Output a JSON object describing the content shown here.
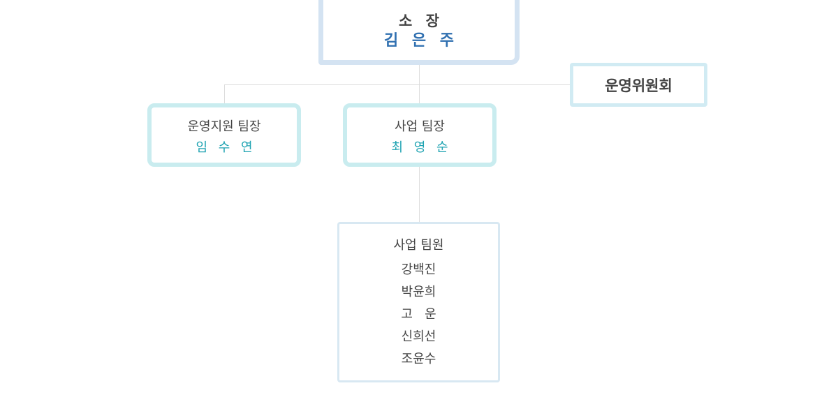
{
  "director": {
    "role": "소 장",
    "name": "김 은 주"
  },
  "committee": {
    "label": "운영위원회"
  },
  "teams": [
    {
      "role": "운영지원 팀장",
      "name": "임 수 연"
    },
    {
      "role": "사업 팀장",
      "name": "최 영 순"
    }
  ],
  "members": {
    "role": "사업 팀원",
    "names": [
      "강백진",
      "박윤희",
      "고   운",
      "신희선",
      "조윤수"
    ]
  },
  "colors": {
    "director_border": "#d4e3f2",
    "director_name": "#2f6fb0",
    "team_border": "#c9ecef",
    "team_name": "#1fa3b2",
    "connector": "#dcdcdc"
  }
}
